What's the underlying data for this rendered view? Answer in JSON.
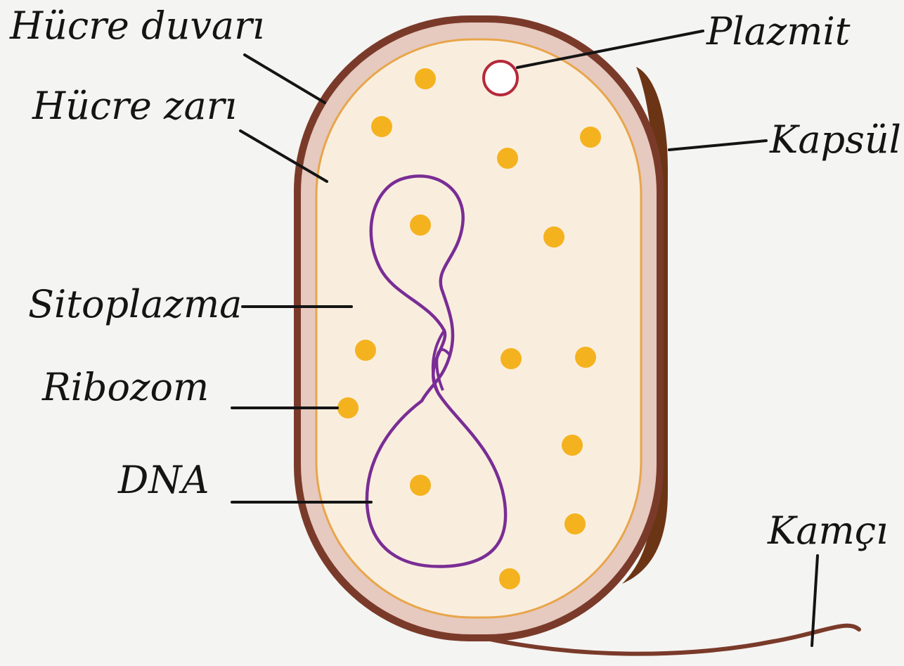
{
  "labels": {
    "cell_wall": "Hücre duvarı",
    "cell_membrane": "Hücre zarı",
    "plasmid": "Plazmit",
    "capsule": "Kapsül",
    "cytoplasm": "Sitoplazma",
    "ribosome": "Ribozom",
    "dna": "DNA",
    "flagellum": "Kamçı"
  },
  "colors": {
    "cell_wall": "#7a3a2a",
    "capsule": "#6b3515",
    "wall_inner": "#e6c9bf",
    "membrane": "#e8a54a",
    "cytoplasm": "#f9eede",
    "ribosome": "#f5b21f",
    "dna": "#7a2d95",
    "plasmid": "#b5293a",
    "flagellum": "#7a3a2a",
    "leader_line": "#141414"
  }
}
